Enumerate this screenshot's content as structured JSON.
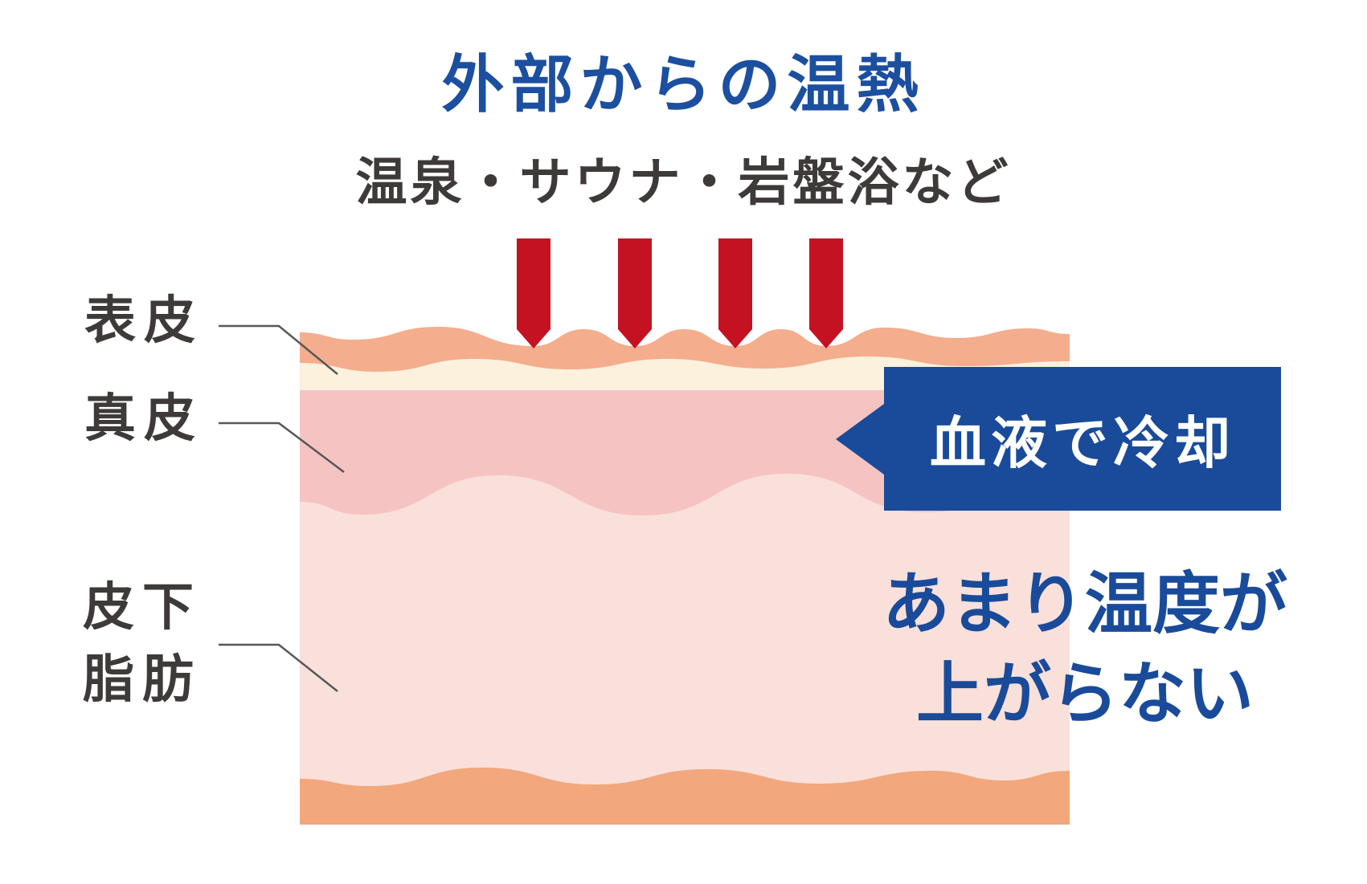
{
  "title": "外部からの温熱",
  "subtitle": "温泉・サウナ・岩盤浴など",
  "skin_labels": {
    "epidermis": "表皮",
    "dermis": "真皮",
    "subcutaneous_fat_line1": "皮下",
    "subcutaneous_fat_line2": "脂肪"
  },
  "callout": {
    "label": "血液で冷却"
  },
  "note": {
    "line1": "あまり温度が",
    "line2": "上がらない"
  },
  "heat_arrows": {
    "count": 4
  },
  "colors": {
    "background": "#FFFFFF",
    "title_blue": "#1C4F9F",
    "text_dark": "#3E3A39",
    "leader_line": "#595757",
    "heat_arrow_red": "#C41223",
    "callout_blue": "#1A4B9A",
    "note_blue": "#1A4B9A",
    "callout_text_white": "#FFFFFF",
    "skin_epidermis_surface": "#F4AD8D",
    "skin_epidermis_inner": "#FBF1DC",
    "skin_dermis": "#F6C3C3",
    "skin_subcutaneous": "#FAE0DA",
    "skin_base": "#F2A77C"
  }
}
